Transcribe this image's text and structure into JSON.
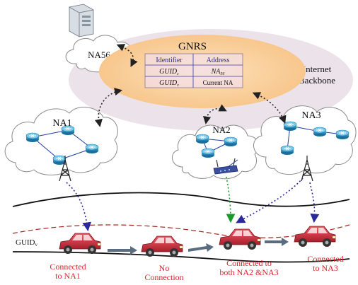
{
  "backbone": {
    "line1": "Internet",
    "line2": "Backbone"
  },
  "gnrs": {
    "title": "GNRS",
    "table": {
      "headers": [
        "Identifier",
        "Address"
      ],
      "rows": [
        {
          "identifier": "GUID",
          "identifier_sub": "c",
          "address": "NA",
          "address_sub": "56"
        },
        {
          "identifier": "GUID",
          "identifier_sub": "v",
          "address": "Current NA",
          "address_sub": ""
        }
      ]
    }
  },
  "networks": {
    "na56": "NA56",
    "na1": "NA1",
    "na2": "NA2",
    "na3": "NA3"
  },
  "vehicle": {
    "label": "GUID",
    "label_sub": "v"
  },
  "captions": [
    {
      "line1": "Connected",
      "line2": "to NA1"
    },
    {
      "line1": "No",
      "line2": "Connection"
    },
    {
      "line1": "Connected to",
      "line2": "both NA2 &NA3"
    },
    {
      "line1": "Connected",
      "line2": "to NA3"
    }
  ],
  "colors": {
    "backbone": "#ece3ea",
    "gnrs": "#f9cf9a",
    "cloud": "#ffffff",
    "cloud_stroke": "#8a8a8a",
    "router": "#3a9ec9",
    "link": "#1f3fa0",
    "caption": "#e0202a",
    "wireless_na1": "#2a2a9a",
    "wireless_na2": "#1a9a2a",
    "car": "#d23645"
  },
  "icons": [
    "server-icon",
    "router-icon",
    "cell-tower-icon",
    "wireless-access-point-icon",
    "car-icon",
    "arrow-right-icon"
  ]
}
